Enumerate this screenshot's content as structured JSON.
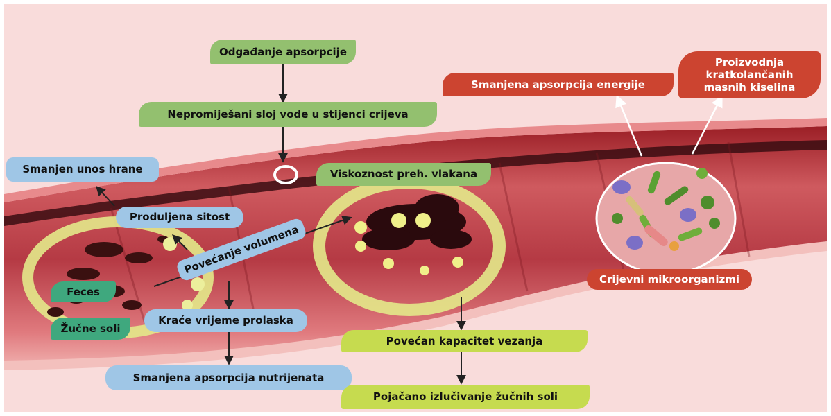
{
  "labels": {
    "odgadjanje": "Odgađanje apsorpcije",
    "nepromijesani": "Nepromiješani sloj vode u stijenci crijeva",
    "smanjen_unos": "Smanjen unos hrane",
    "produljena": "Produljena sitost",
    "viskoznost": "Viskoznost preh. vlakana",
    "povecanje": "Povećanje volumena",
    "feces": "Feces",
    "zucne": "Žučne soli",
    "krace": "Kraće vrijeme prolaska",
    "smanjena_nutr": "Smanjena apsorpcija nutrijenata",
    "povecan_kap": "Povećan kapacitet vezanja",
    "pojacano": "Pojačano izlučivanje žučnih soli",
    "smanjena_energ": "Smanjena apsorpcija energije",
    "proizvodnja": [
      "Proizvodnja",
      "kratkolančanih",
      "masnih kiselina"
    ],
    "crijevni": "Crijevni mikroorganizmi"
  },
  "colors": {
    "green": "#93c06f",
    "lime": "#c6db4f",
    "blue": "#9fc6e6",
    "teal": "#3fa87e",
    "red": "#cc4430",
    "background": "#f9dcdb"
  }
}
